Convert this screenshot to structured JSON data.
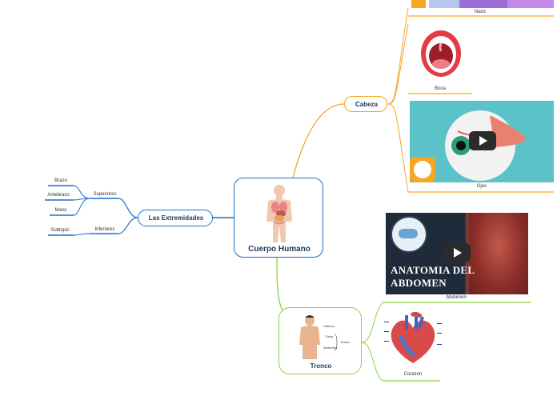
{
  "central": {
    "label": "Cuerpo Humano"
  },
  "extremidades": {
    "label": "Las Extremidades",
    "superiores": {
      "label": "Superiores",
      "items": [
        "Brazo",
        "Antebrazo",
        "Mano"
      ]
    },
    "inferiores": {
      "label": "Inferiores",
      "items": [
        "Subtopic"
      ]
    }
  },
  "cabeza": {
    "label": "Cabeza",
    "items": [
      "Nariz",
      "Boca",
      "Ojos"
    ]
  },
  "tronco": {
    "label": "Tronco",
    "image_labels": [
      "Cabeza",
      "Tórax",
      "Abdomen",
      "Tronco"
    ],
    "items": [
      "Abdomen",
      "Corazon"
    ]
  },
  "video_thumbnail": {
    "title_line1": "ANATOMIA DEL",
    "title_line2": "ABDOMEN"
  },
  "colors": {
    "blue": "#1a6fd1",
    "orange": "#f5a623",
    "green": "#8ad43a",
    "dark_text": "#1a3a5a"
  }
}
